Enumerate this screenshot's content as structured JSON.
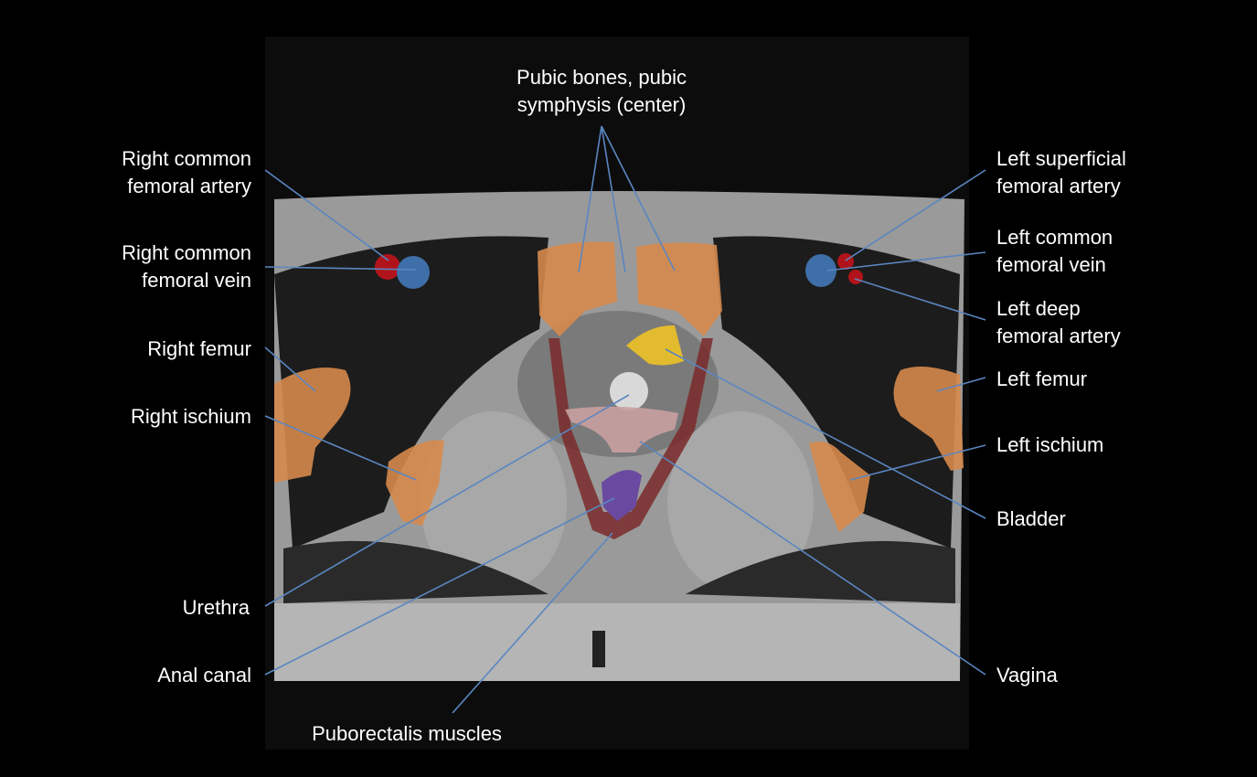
{
  "labels": {
    "pubic": [
      "Pubic bones, pubic",
      "symphysis (center)"
    ],
    "r_cfa": [
      "Right common",
      "femoral artery"
    ],
    "r_cfv": [
      "Right common",
      "femoral vein"
    ],
    "r_femur": "Right femur",
    "r_ischium": "Right ischium",
    "urethra": "Urethra",
    "anal": "Anal canal",
    "puborectalis": "Puborectalis muscles",
    "l_sfa": [
      "Left superficial",
      "femoral artery"
    ],
    "l_cfv": [
      "Left common",
      "femoral vein"
    ],
    "l_dfa": [
      "Left deep",
      "femoral artery"
    ],
    "l_femur": "Left femur",
    "l_ischium": "Left ischium",
    "bladder": "Bladder",
    "vagina": "Vagina"
  },
  "colors": {
    "bone": "#d68a4c",
    "artery": "#b0141a",
    "vein": "#3f6fa8",
    "bladder": "#e8bf2a",
    "urethra": "#d9d9d9",
    "vagina": "#c9a0a0",
    "anal": "#6a4aa0",
    "puborectalis": "#7a2a2a",
    "leader": "#5a86c0"
  }
}
